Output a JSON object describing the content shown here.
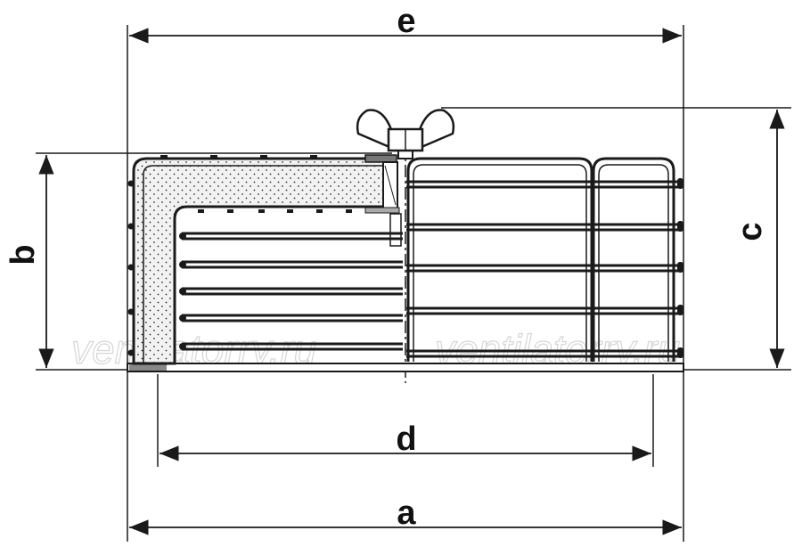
{
  "dimensions": {
    "overall_width": "e",
    "base_width": "a",
    "inner_diameter": "d",
    "body_height": "b",
    "total_height": "c"
  },
  "watermarks": [
    "ventilatorry.ru",
    "ventilatorry.ru"
  ],
  "colors": {
    "ink": "#1a1a1a",
    "watermark": "#d6d6d6",
    "insulation_dots": "#333333"
  },
  "icon_names": [
    "wing-nut-icon"
  ]
}
